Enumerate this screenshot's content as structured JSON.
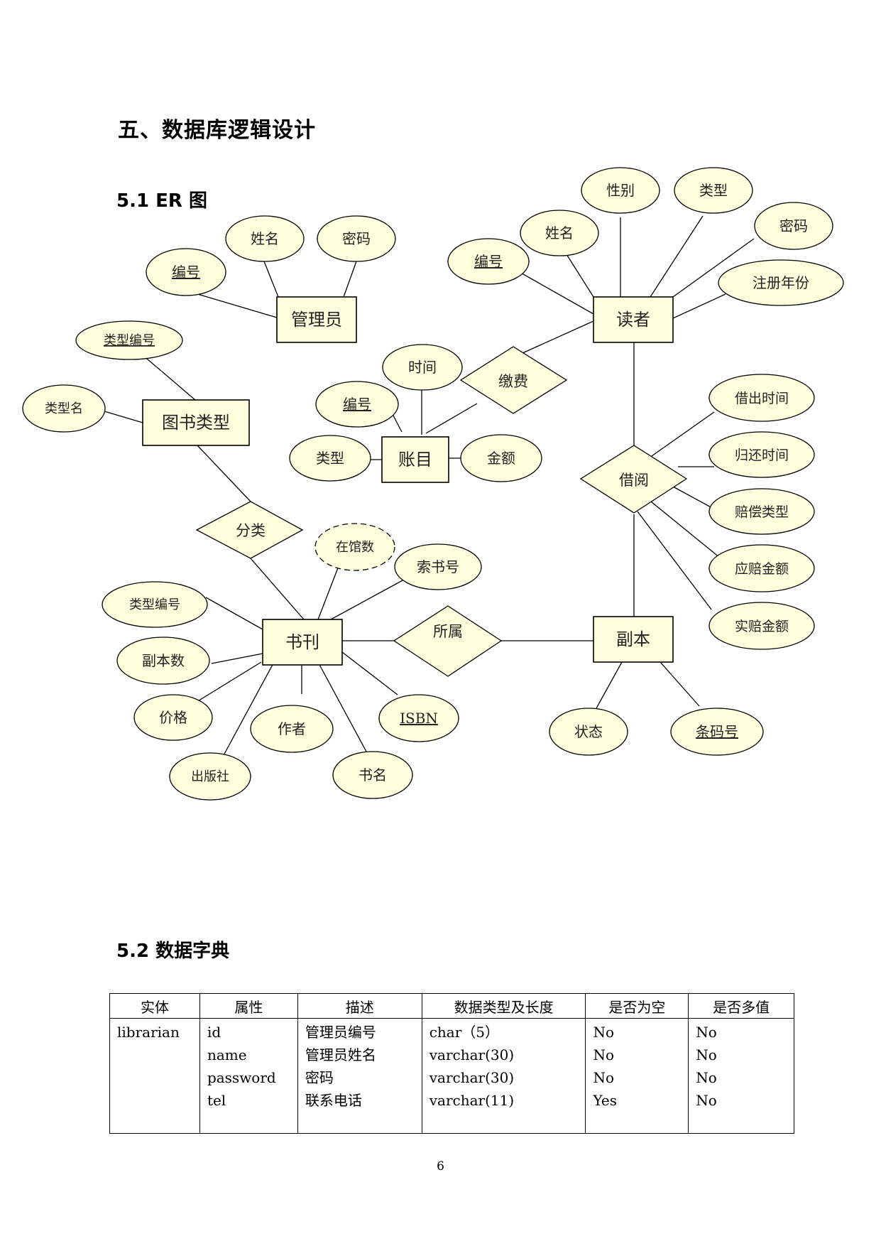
{
  "heading": "五、数据库逻辑设计",
  "section_er": "5.1 ER 图",
  "section_dict": "5.2 数据字典",
  "er": {
    "entities": [
      "管理员",
      "读者",
      "图书类型",
      "账目",
      "书刊",
      "副本"
    ],
    "relationships": [
      "缴费",
      "借阅",
      "分类",
      "所属"
    ],
    "attributes": {
      "管理员": [
        "编号",
        "姓名",
        "密码"
      ],
      "读者": [
        "编号",
        "姓名",
        "性别",
        "类型",
        "密码",
        "注册年份"
      ],
      "图书类型": [
        "类型编号",
        "类型名"
      ],
      "账目": [
        "时间",
        "编号",
        "类型",
        "金额"
      ],
      "借阅": [
        "借出时间",
        "归还时间",
        "赔偿类型",
        "应赔金额",
        "实赔金额"
      ],
      "书刊": [
        "在馆数",
        "索书号",
        "类型编号",
        "副本数",
        "价格",
        "作者",
        "ISBN",
        "出版社",
        "书名"
      ],
      "副本": [
        "状态",
        "条码号"
      ]
    },
    "key_attributes": [
      "编号",
      "类型编号",
      "ISBN",
      "条码号"
    ],
    "derived_attributes": [
      "在馆数"
    ]
  },
  "dictionary": {
    "headers": [
      "实体",
      "属性",
      "描述",
      "数据类型及长度",
      "是否为空",
      "是否多值"
    ],
    "entity": "librarian",
    "rows": [
      [
        "id",
        "管理员编号",
        "char（5）",
        "No",
        "No"
      ],
      [
        "name",
        "管理员姓名",
        "varchar(30)",
        "No",
        "No"
      ],
      [
        "password",
        "密码",
        "varchar(30)",
        "No",
        "No"
      ],
      [
        "tel",
        "联系电话",
        "varchar(11)",
        "Yes",
        "No"
      ]
    ]
  },
  "page_number": "6",
  "colors": {
    "shape_fill": "#ffffdd",
    "stroke": "#000000"
  }
}
